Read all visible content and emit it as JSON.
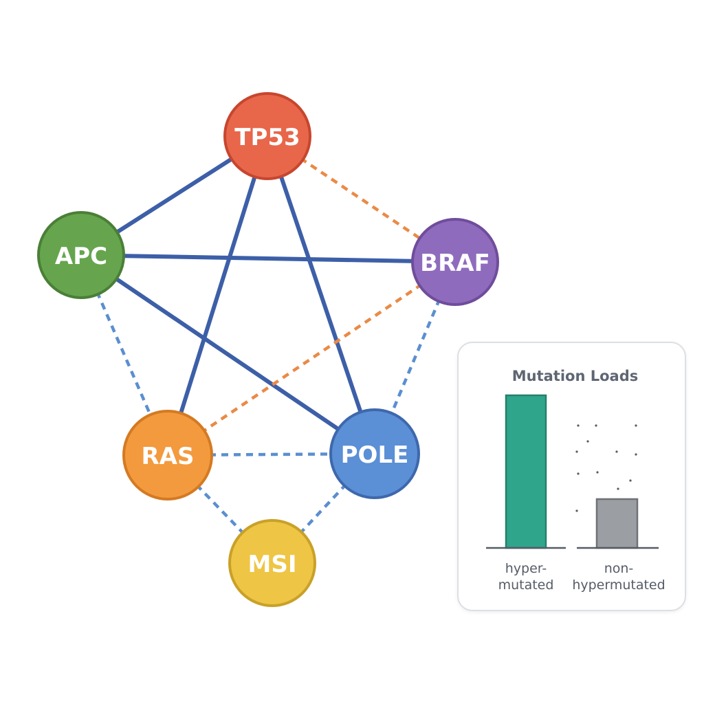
{
  "network": {
    "nodes": [
      {
        "id": "tp53",
        "label": "TP53",
        "color": "#e8664a",
        "border": "#c7462e"
      },
      {
        "id": "apc",
        "label": "APC",
        "color": "#66a54e",
        "border": "#4a7f37"
      },
      {
        "id": "braf",
        "label": "BRAF",
        "color": "#8f6bbd",
        "border": "#6f4d9b"
      },
      {
        "id": "ras",
        "label": "RAS",
        "color": "#f39a3e",
        "border": "#d47a22"
      },
      {
        "id": "pole",
        "label": "POLE",
        "color": "#5b8fd6",
        "border": "#3e68ad"
      },
      {
        "id": "msi",
        "label": "MSI",
        "color": "#eec544",
        "border": "#c9a128"
      }
    ],
    "edges": [
      {
        "from": "tp53",
        "to": "apc",
        "style": "solid",
        "color": "#3d5fa8"
      },
      {
        "from": "tp53",
        "to": "ras",
        "style": "solid",
        "color": "#3d5fa8"
      },
      {
        "from": "tp53",
        "to": "pole",
        "style": "solid",
        "color": "#3d5fa8"
      },
      {
        "from": "apc",
        "to": "braf",
        "style": "solid",
        "color": "#3d5fa8"
      },
      {
        "from": "apc",
        "to": "pole",
        "style": "solid",
        "color": "#3d5fa8"
      },
      {
        "from": "tp53",
        "to": "braf",
        "style": "dashed",
        "color": "#ea8a46"
      },
      {
        "from": "braf",
        "to": "ras",
        "style": "dashed",
        "color": "#ea8a46"
      },
      {
        "from": "apc",
        "to": "ras",
        "style": "dashed",
        "color": "#5a8fd0"
      },
      {
        "from": "braf",
        "to": "pole",
        "style": "dashed",
        "color": "#5a8fd0"
      },
      {
        "from": "ras",
        "to": "pole",
        "style": "dashed",
        "color": "#5a8fd0"
      },
      {
        "from": "ras",
        "to": "msi",
        "style": "dashed",
        "color": "#5a8fd0"
      },
      {
        "from": "pole",
        "to": "msi",
        "style": "dashed",
        "color": "#5a8fd0"
      }
    ]
  },
  "mutation_panel": {
    "title": "Mutation Loads",
    "bars": [
      {
        "label_line1": "hyper-",
        "label_line2": "mutated",
        "value": 1.0,
        "color": "#2fa58b",
        "border": "#24806b"
      },
      {
        "label_line1": "non-",
        "label_line2": "hypermutated",
        "value": 0.32,
        "color": "#9b9ea3",
        "border": "#6e7176"
      }
    ]
  }
}
